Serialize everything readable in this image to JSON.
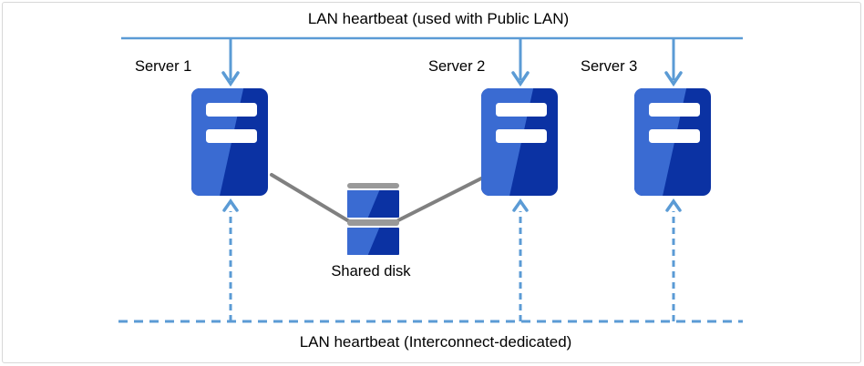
{
  "diagram": {
    "top_heartbeat": {
      "label": "LAN heartbeat (used with Public LAN)"
    },
    "bottom_heartbeat": {
      "label": "LAN heartbeat (Interconnect-dedicated)"
    },
    "servers": [
      {
        "name": "Server 1"
      },
      {
        "name": "Server 2"
      },
      {
        "name": "Server 3"
      }
    ],
    "shared_disk": {
      "label": "Shared disk"
    }
  },
  "icons": {
    "server": "server-tower-icon",
    "shared_disk": "storage-disk-icon",
    "down_arrow": "arrow-down-icon",
    "up_arrow": "arrow-up-dashed-icon"
  },
  "colors": {
    "accent-blue": "#5B9BD5",
    "server-dark": "#0B32A3",
    "server-light": "#3A6BD2",
    "gray-line": "#808080",
    "disk-gray": "#999999",
    "frame-gray": "#D8D8D8"
  }
}
